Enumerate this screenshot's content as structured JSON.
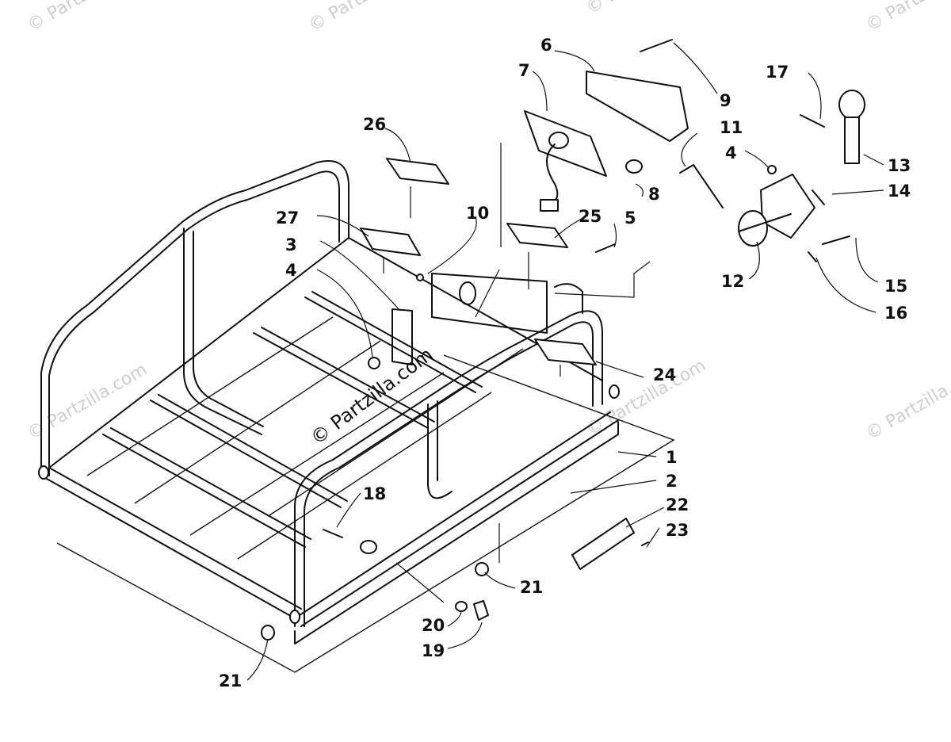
{
  "diagram": {
    "watermark_main": "© Partzilla.com",
    "watermark_faint": "© Partzilla.com",
    "callouts": {
      "c1": "1",
      "c2": "2",
      "c3": "3",
      "c4a": "4",
      "c4b": "4",
      "c5": "5",
      "c6": "6",
      "c7": "7",
      "c8": "8",
      "c9": "9",
      "c10": "10",
      "c11": "11",
      "c12": "12",
      "c13": "13",
      "c14": "14",
      "c15": "15",
      "c16": "16",
      "c17": "17",
      "c18": "18",
      "c19": "19",
      "c20": "20",
      "c21a": "21",
      "c21b": "21",
      "c22": "22",
      "c23": "23",
      "c24": "24",
      "c25": "25",
      "c26": "26",
      "c27": "27"
    }
  }
}
